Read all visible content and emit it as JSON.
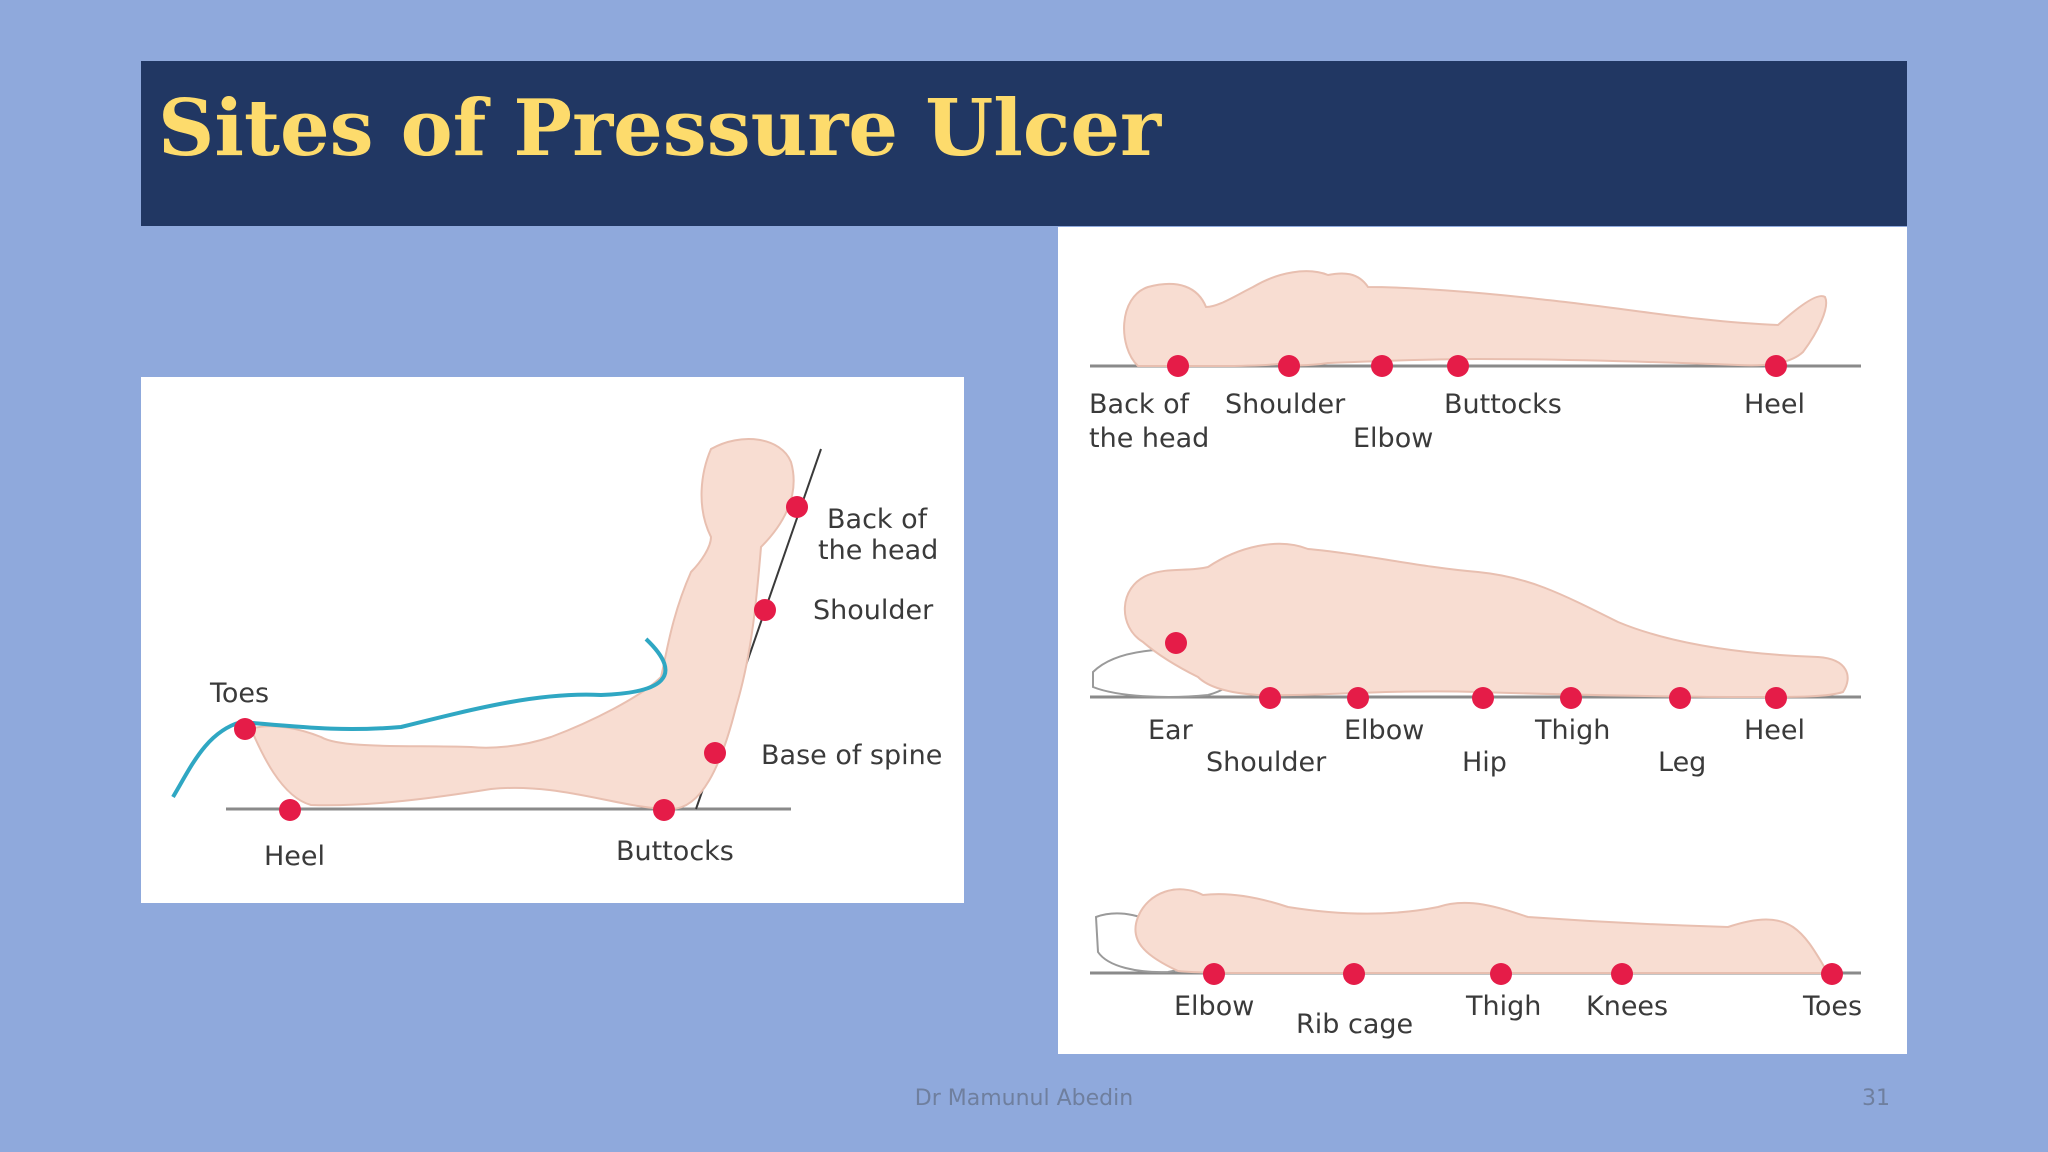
{
  "slide": {
    "title": "Sites of Pressure Ulcer",
    "footer_author": "Dr Mamunul Abedin",
    "page_number": "31"
  },
  "colors": {
    "background": "#8fa9dc",
    "title_bar": "#213763",
    "title_text": "#fddb6c",
    "skin": "#f8ddd2",
    "skin_outline": "#e8bfb0",
    "pressure_point": "#e51c48",
    "surface_line": "#8a8a8a",
    "sheet_line": "#2fa7c3"
  },
  "left_figure": {
    "labels": {
      "back_of_head_1": "Back of",
      "back_of_head_2": "the head",
      "shoulder": "Shoulder",
      "toes": "Toes",
      "base_of_spine": "Base of spine",
      "heel": "Heel",
      "buttocks": "Buttocks"
    }
  },
  "right_figure": {
    "supine": {
      "back_of_head_1": "Back of",
      "back_of_head_2": "the head",
      "shoulder": "Shoulder",
      "elbow": "Elbow",
      "buttocks": "Buttocks",
      "heel": "Heel"
    },
    "lateral": {
      "ear": "Ear",
      "shoulder": "Shoulder",
      "elbow": "Elbow",
      "hip": "Hip",
      "thigh": "Thigh",
      "leg": "Leg",
      "heel": "Heel"
    },
    "prone": {
      "elbow": "Elbow",
      "rib_cage": "Rib cage",
      "thigh": "Thigh",
      "knees": "Knees",
      "toes": "Toes"
    }
  }
}
